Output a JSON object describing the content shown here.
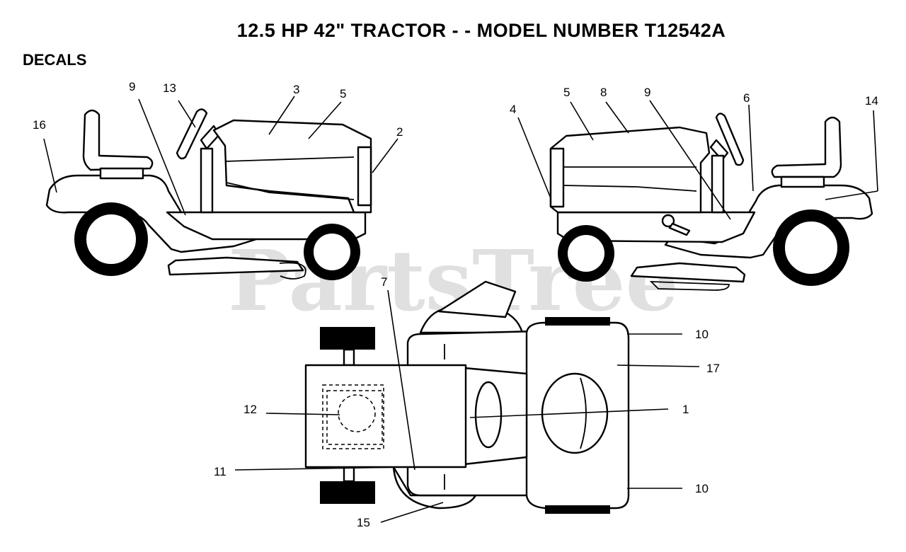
{
  "title": "12.5 HP 42\"  TRACTOR - - MODEL NUMBER T12542A",
  "section": "DECALS",
  "watermark": "PartsTree",
  "callouts": {
    "c16": "16",
    "c9a": "9",
    "c13": "13",
    "c3": "3",
    "c5a": "5",
    "c2": "2",
    "c4": "4",
    "c5b": "5",
    "c8": "8",
    "c9b": "9",
    "c6": "6",
    "c14": "14",
    "c7": "7",
    "c10a": "10",
    "c17": "17",
    "c12": "12",
    "c1": "1",
    "c11": "11",
    "c10b": "10",
    "c15": "15"
  }
}
